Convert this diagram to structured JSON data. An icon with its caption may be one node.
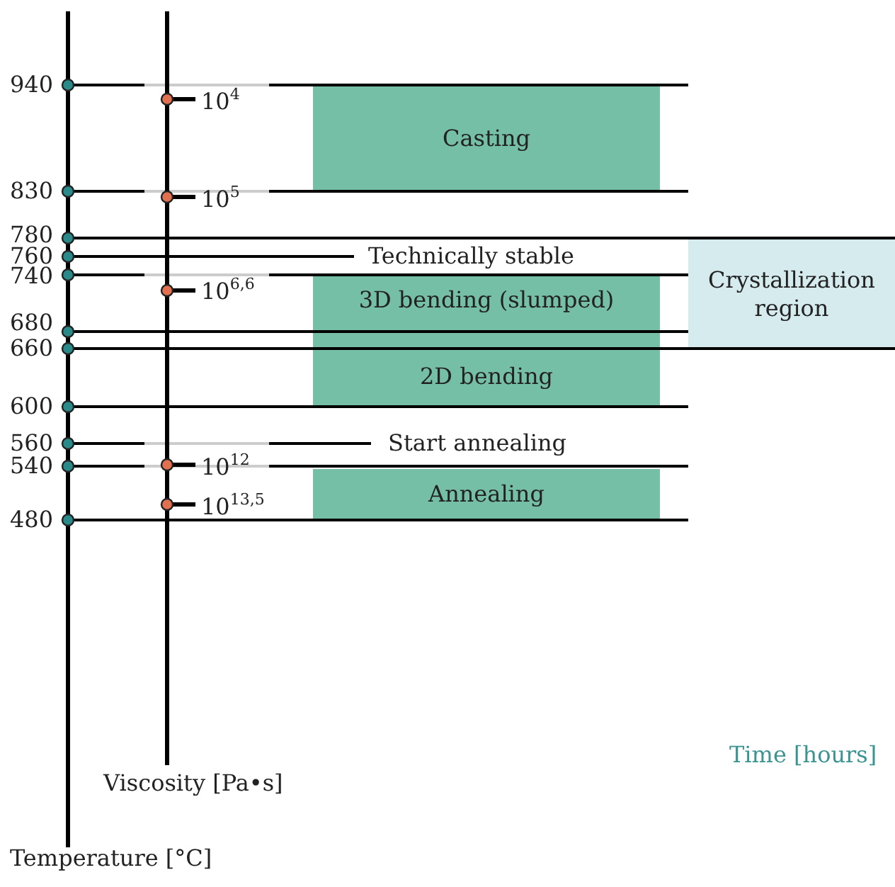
{
  "diagram": {
    "nodes": [
      {
        "text": [
          "Casting"
        ]
      },
      {
        "text": [
          "3D bending (slumped)"
        ]
      },
      {
        "text": [
          "2D bending"
        ]
      },
      {
        "text": [
          "Annealing"
        ]
      },
      {
        "text": [
          "Crystallization region"
        ]
      }
    ],
    "labels": [
      "940",
      "10$^{4}$",
      "830",
      "10$^{5}$",
      "780",
      "760",
      "Technically stable",
      "740",
      "10$^{6,6}$",
      "680",
      "660",
      "600",
      "560",
      "Start annealing",
      "540",
      "10$^{12}$",
      "10$^{13,5}$",
      "480",
      "Time [hours]",
      "Viscosity [Pa•s]",
      "Temperature [°C]"
    ]
  }
}
